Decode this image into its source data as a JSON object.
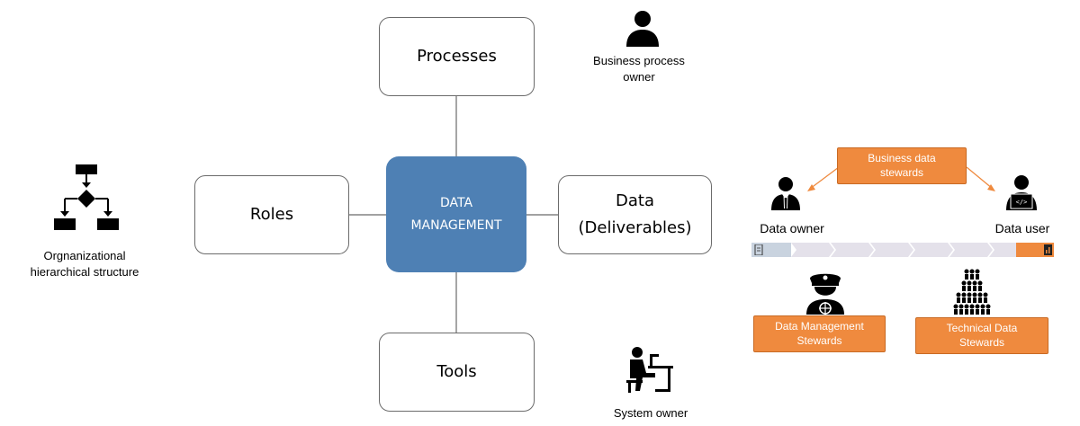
{
  "center": {
    "line1": "DATA",
    "line2": "MANAGEMENT"
  },
  "boxes": {
    "processes": "Processes",
    "roles": "Roles",
    "data_line1": "Data",
    "data_line2": "(Deliverables)",
    "tools": "Tools"
  },
  "labels": {
    "business_process_owner_line1": "Business process",
    "business_process_owner_line2": "owner",
    "org_line1": "Orgnanizational",
    "org_line2": "hierarchical structure",
    "system_owner": "System owner",
    "data_owner": "Data owner",
    "data_user": "Data user"
  },
  "stewards": {
    "business_line1": "Business data",
    "business_line2": "stewards",
    "data_management_line1": "Data Management",
    "data_management_line2": "Stewards",
    "technical_line1": "Technical Data",
    "technical_line2": "Stewards"
  },
  "flow_steps": [
    "",
    "",
    "",
    "",
    "",
    "",
    "",
    "",
    ""
  ],
  "colors": {
    "center": "#4e80b4",
    "steward_orange": "#ef8a3e",
    "border": "#6b6b6b"
  },
  "icons": [
    "person-icon",
    "org-chart-icon",
    "office-worker-icon",
    "businessman-icon",
    "developer-icon",
    "captain-icon",
    "team-pyramid-icon",
    "flow-document-icon",
    "flow-chart-icon"
  ]
}
